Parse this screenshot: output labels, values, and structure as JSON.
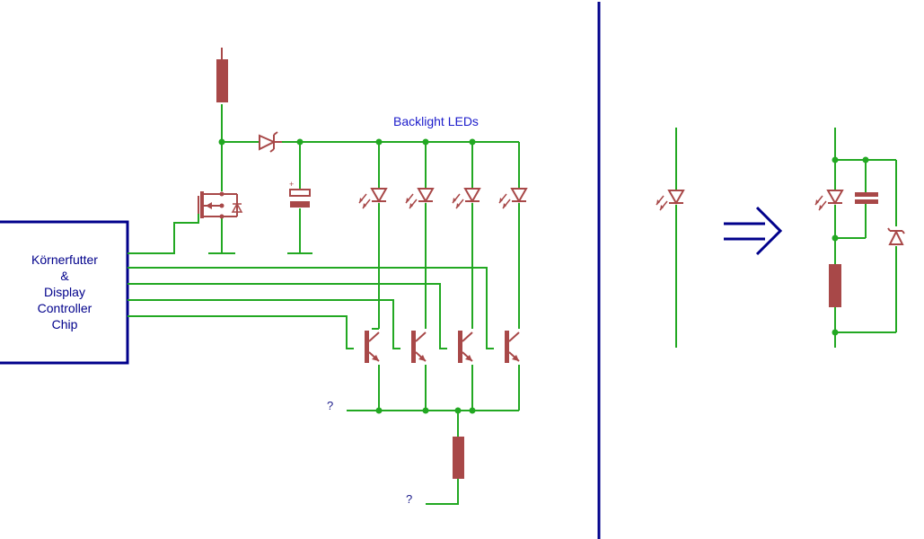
{
  "chip": {
    "lines": [
      "Körnerfutter",
      "&",
      "Display",
      "Controller",
      "Chip"
    ]
  },
  "backlight_label": "Backlight LEDs",
  "unknown_labels": [
    "?",
    "?"
  ],
  "colors": {
    "wire": "#22a822",
    "component": "#a84848",
    "frame": "#00008b"
  }
}
